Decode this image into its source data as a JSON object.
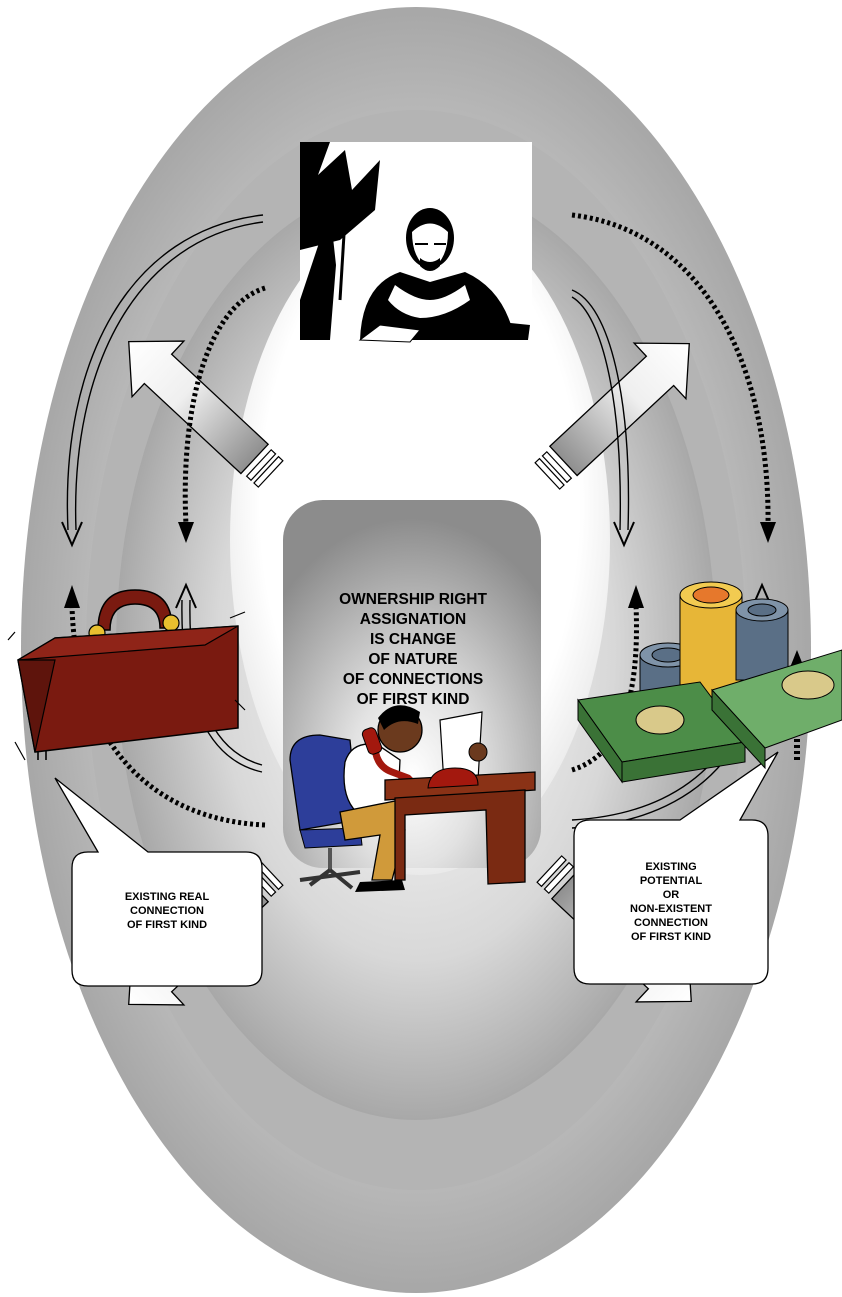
{
  "center_box": {
    "lines": [
      "OWNERSHIP RIGHT",
      "ASSIGNATION",
      "IS CHANGE",
      "OF NATURE",
      "OF CONNECTIONS",
      "OF FIRST KIND"
    ]
  },
  "callouts": {
    "real": {
      "lines": [
        "EXISTING REAL",
        "CONNECTION",
        "OF FIRST KIND"
      ]
    },
    "potential": {
      "lines": [
        "EXISTING",
        "POTENTIAL",
        "OR",
        "NON-EXISTENT",
        "CONNECTION",
        "OF FIRST KIND"
      ]
    }
  },
  "icons": [
    "office-worker-icon",
    "briefcase-icon",
    "money-icon",
    "telephone-businessman-icon"
  ],
  "colors": {
    "outer_ring": "#a9a9a9",
    "inner_ring": "#d9d9d9",
    "center_box": "#9a9a9a",
    "briefcase": "#7a1a10",
    "banknote": "#6fae6a",
    "coin_gold": "#e7b637",
    "coin_blue": "#5a6f86",
    "chair": "#2d3e9a",
    "desk": "#7a2a12",
    "phone": "#a3180e",
    "trousers": "#d09a3a"
  }
}
